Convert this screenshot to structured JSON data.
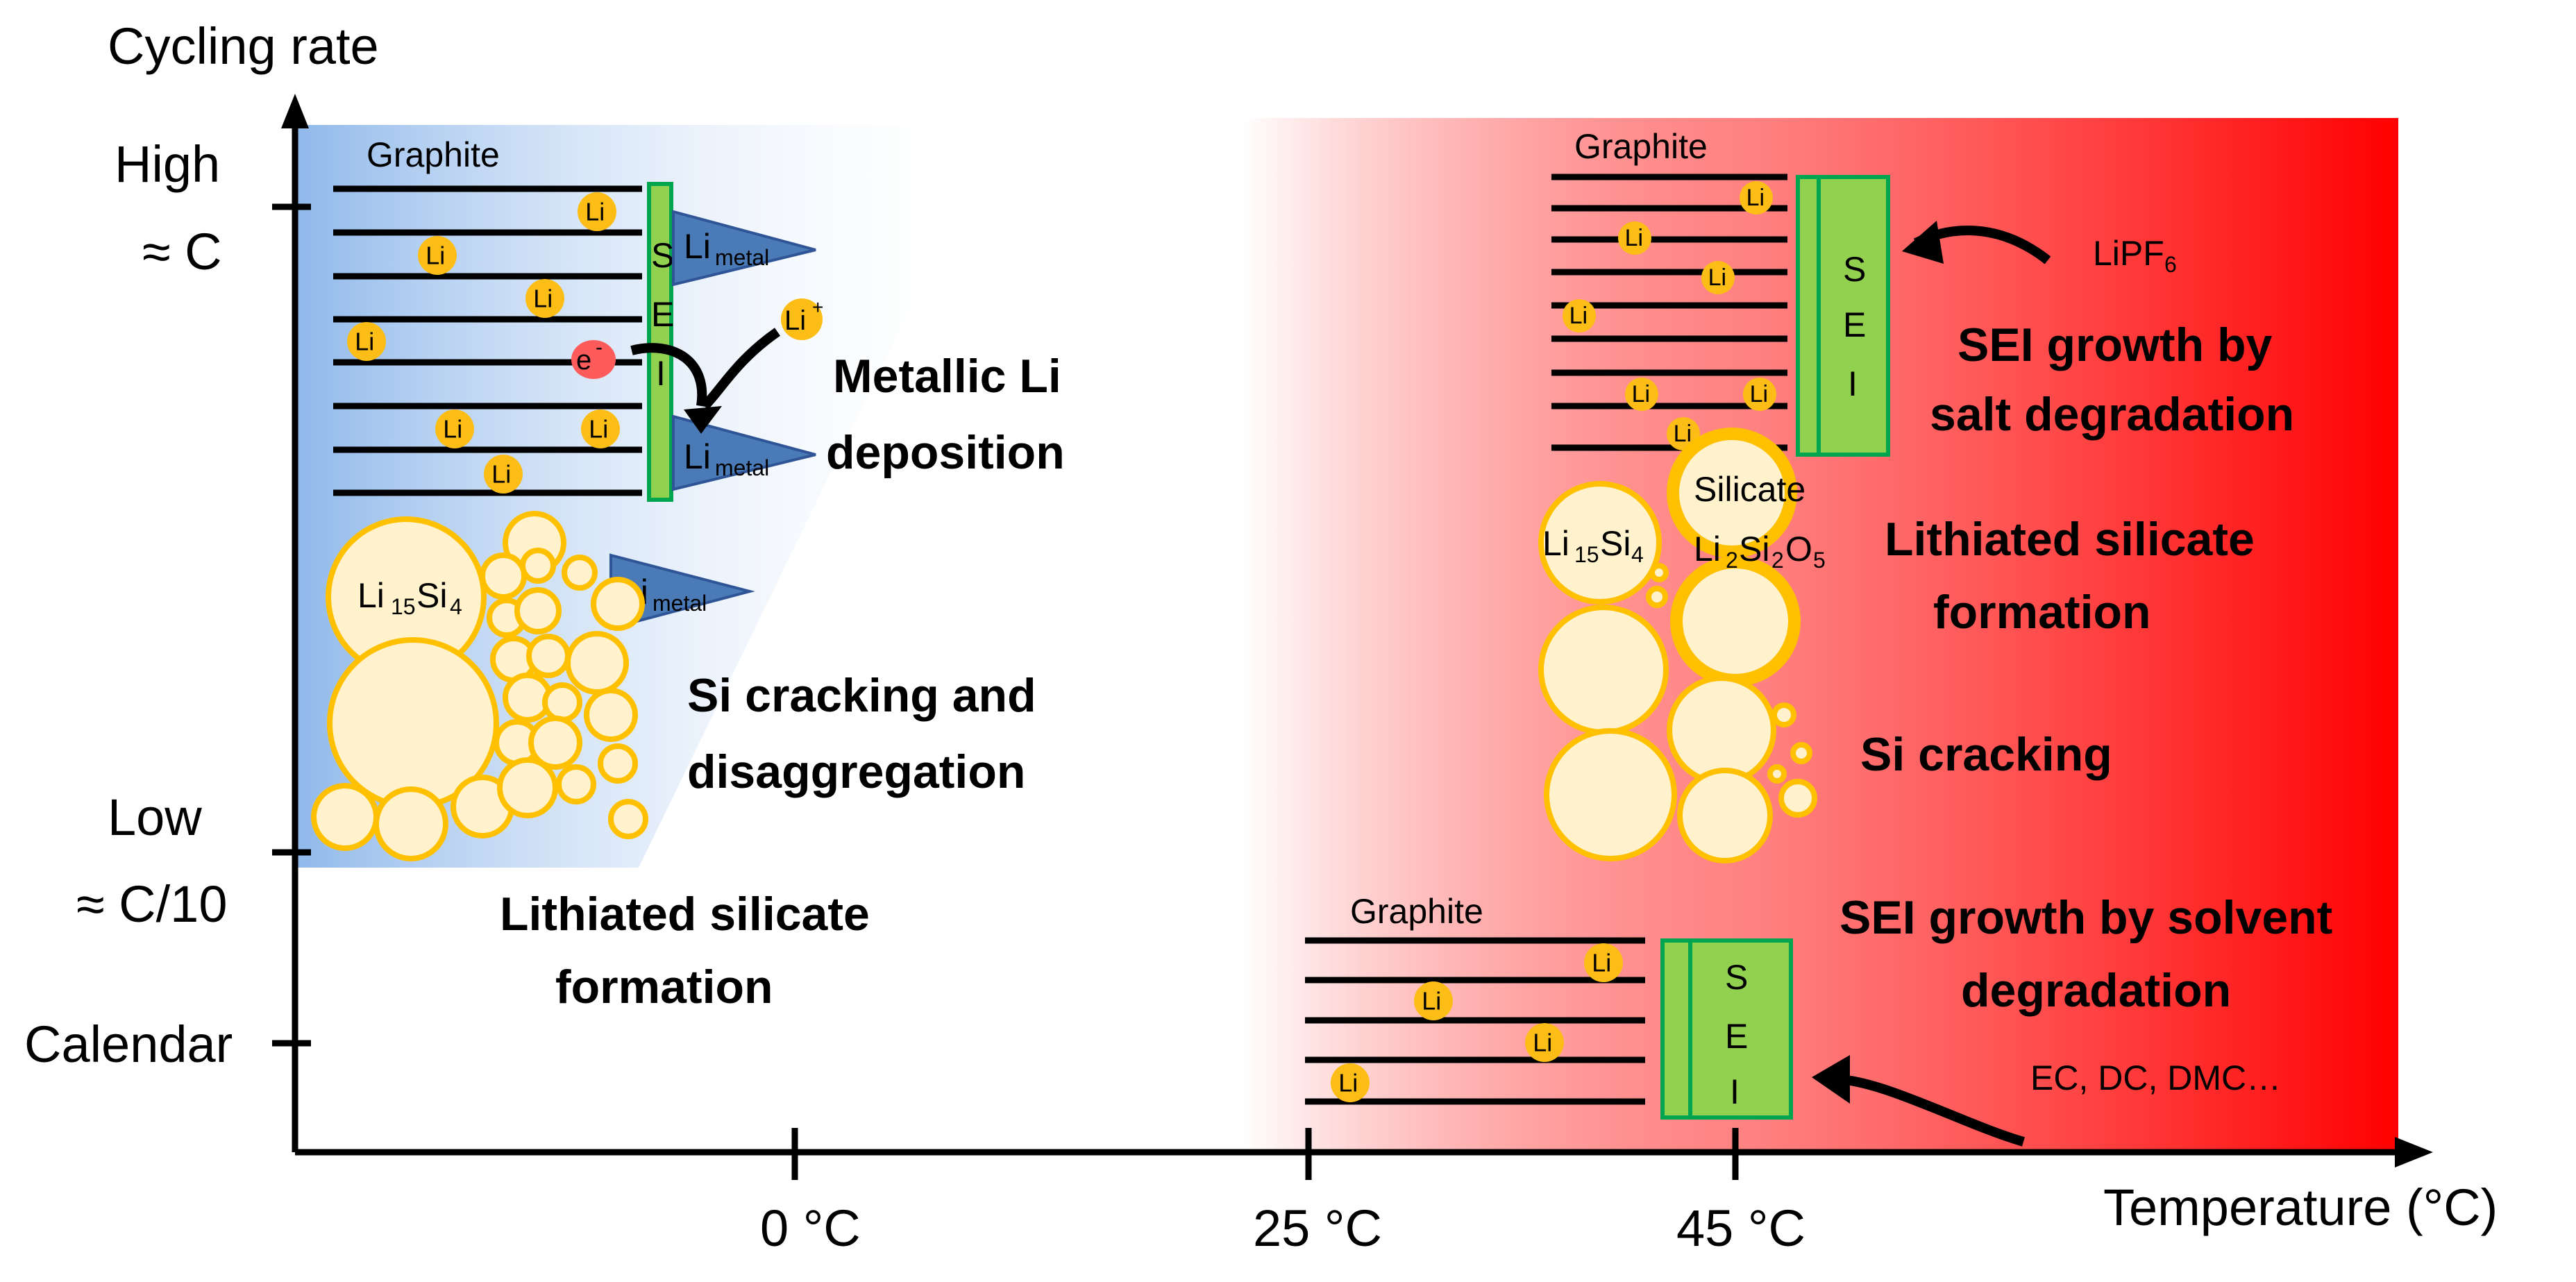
{
  "axes": {
    "y_title": "Cycling rate",
    "x_title": "Temperature (°C)",
    "y_ticks": [
      {
        "line1": "High",
        "line2": "≈ C"
      },
      {
        "line1": "Low",
        "line2": "≈ C/10"
      },
      {
        "line1": "Calendar",
        "line2": ""
      }
    ],
    "x_ticks": [
      "0 °C",
      "25 °C",
      "45 °C"
    ]
  },
  "colors": {
    "cold_blue": "#8fb8ea",
    "hot_red": "#ff0000",
    "graphite": "#000000",
    "li_yellow": "#fbbd16",
    "sei_green": "#92d050",
    "sei_border": "#00a550",
    "li_metal_blue": "#4a7bb7",
    "particle_fill": "#fff2cc",
    "particle_border": "#ffc000",
    "electron_red": "#ff5b5b"
  },
  "cold_panel": {
    "graphite_label": "Graphite",
    "sei_letters": [
      "S",
      "E",
      "I"
    ],
    "li_label": "Li",
    "li_metal": "Li",
    "li_metal_sub": "metal",
    "li_ion": "Li",
    "li_ion_sup": "+",
    "electron": "e",
    "electron_sup": "-",
    "metallic_line1": "Metallic Li",
    "metallic_line2": "deposition",
    "li15si4": {
      "a": "Li",
      "a_sub": "15",
      "b": "Si",
      "b_sub": "4"
    },
    "cracking_line1": "Si cracking and",
    "cracking_line2": "disaggregation",
    "silicate_line1": "Lithiated silicate",
    "silicate_line2": "formation"
  },
  "hot_panel": {
    "graphite_label": "Graphite",
    "sei_letters": [
      "S",
      "E",
      "I"
    ],
    "li_label": "Li",
    "salt": "LiPF",
    "salt_sub": "6",
    "salt_line1": "SEI growth by",
    "salt_line2": "salt degradation",
    "silicate_word": "Silicate",
    "li2si2o5": {
      "a": "Li",
      "a_sub": "2",
      "b": "Si",
      "b_sub": "2",
      "c": "O",
      "c_sub": "5"
    },
    "li15si4": {
      "a": "Li",
      "a_sub": "15",
      "b": "Si",
      "b_sub": "4"
    },
    "silicate_line1": "Lithiated silicate",
    "silicate_line2": "formation",
    "cracking": "Si cracking"
  },
  "calendar_panel": {
    "graphite_label": "Graphite",
    "sei_letters": [
      "S",
      "E",
      "I"
    ],
    "li_label": "Li",
    "solvent_line1": "SEI growth by solvent",
    "solvent_line2": "degradation",
    "solvents": "EC, DC, DMC…"
  }
}
